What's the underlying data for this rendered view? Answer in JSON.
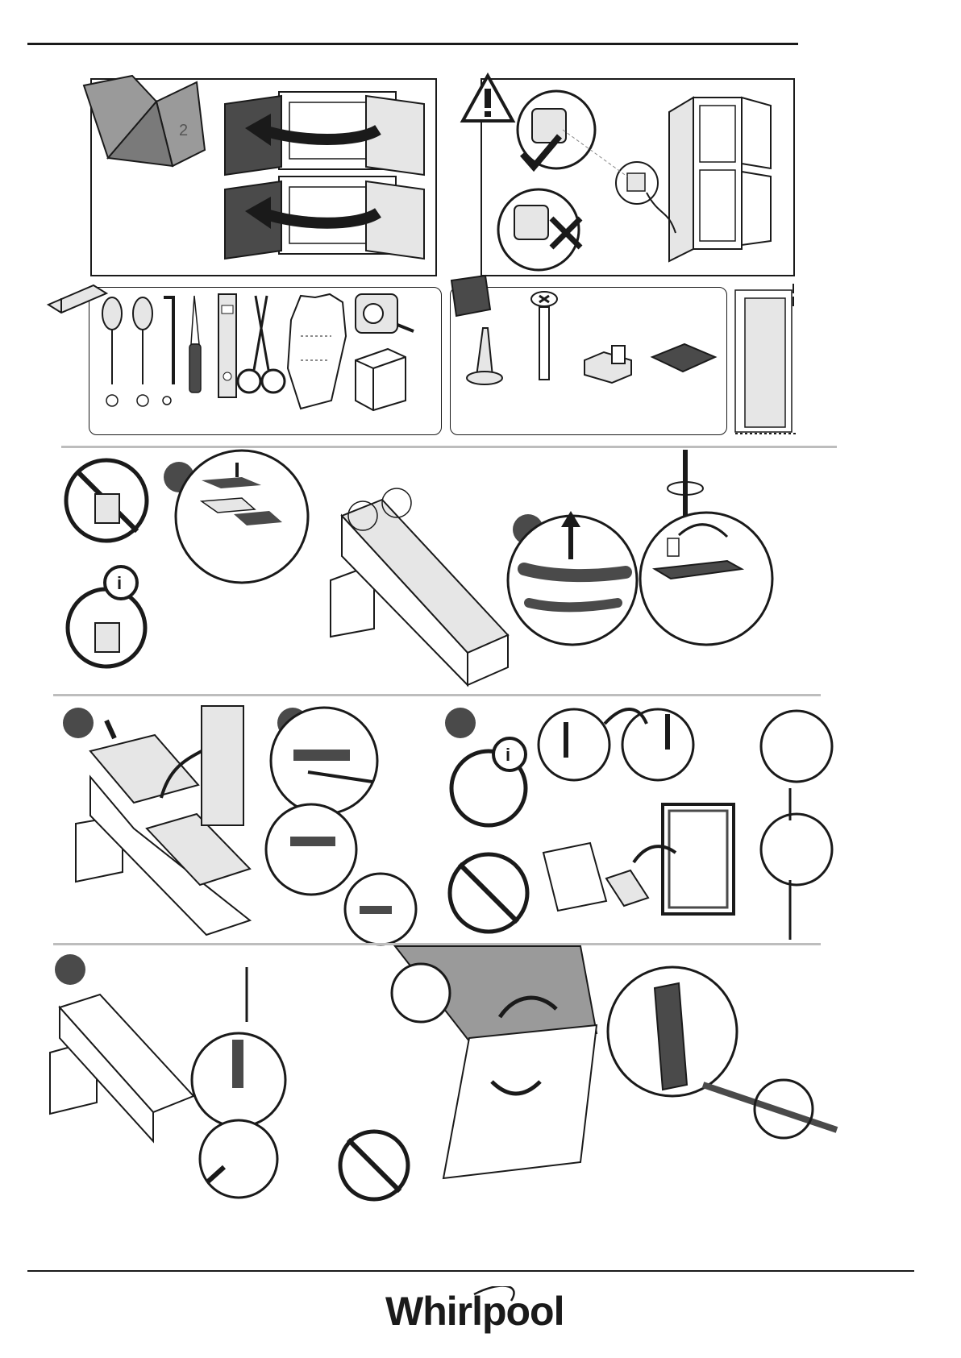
{
  "book": {
    "page_number": "2"
  },
  "steps": [
    {
      "id": "step-a"
    },
    {
      "id": "step-b"
    },
    {
      "id": "step-c"
    },
    {
      "id": "step-d"
    },
    {
      "id": "step-e"
    },
    {
      "id": "step-f"
    },
    {
      "id": "step-g"
    }
  ],
  "tools": [
    "flat-screwdriver-icon",
    "phillips-screwdriver-icon",
    "allen-key-icon",
    "utility-knife-icon",
    "spirit-level-icon",
    "scissors-icon",
    "gloves-icon",
    "tape-measure-icon",
    "box-icon"
  ],
  "parts": [
    "plastic-bag-icon",
    "hinge-pin-icon",
    "screw-icon",
    "hinge-bushing-icon",
    "cover-plate-icon"
  ],
  "colors": {
    "line": "#1a1a1a",
    "fill_dark": "#4a4a4a",
    "fill_mid": "#9a9a9a",
    "fill_light": "#e6e6e6",
    "separator": "#bdbdbd"
  },
  "brand": {
    "name": "Whirlpool"
  }
}
